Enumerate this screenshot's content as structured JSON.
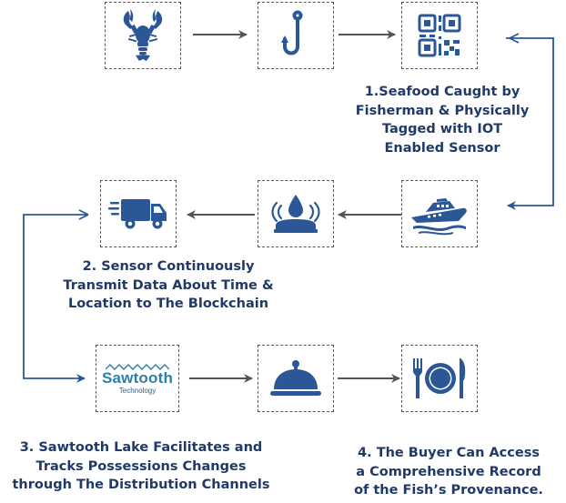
{
  "steps": [
    {
      "id": 1,
      "caption_lines": [
        "1.Seafood Caught by",
        "Fisherman & Physically",
        "Tagged with IOT",
        "Enabled Sensor"
      ]
    },
    {
      "id": 2,
      "caption_lines": [
        "2. Sensor Continuously",
        "Transmit Data About Time &",
        "Location to The Blockchain"
      ]
    },
    {
      "id": 3,
      "caption_lines": [
        "3. Sawtooth Lake Facilitates and",
        "Tracks Possessions Changes",
        "through The Distribution Channels"
      ]
    },
    {
      "id": 4,
      "caption_lines": [
        "4. The Buyer Can Access",
        "a Comprehensive Record",
        "of the Fish’s Provenance."
      ]
    }
  ],
  "logo": {
    "name": "Sawtooth",
    "sub": "Technology"
  },
  "icons": {
    "row1": [
      "lobster-icon",
      "fishhook-icon",
      "qr-code-icon"
    ],
    "row2": [
      "boat-icon",
      "water-drop-sensor-icon",
      "delivery-truck-icon"
    ],
    "row3": [
      "sawtooth-logo",
      "food-cloche-icon",
      "plate-cutlery-icon"
    ]
  },
  "colors": {
    "primary": "#1f3a68",
    "icon": "#2b5797",
    "arrow": "#555555",
    "connector": "#2b5797",
    "logo": "#2e7fa8"
  }
}
